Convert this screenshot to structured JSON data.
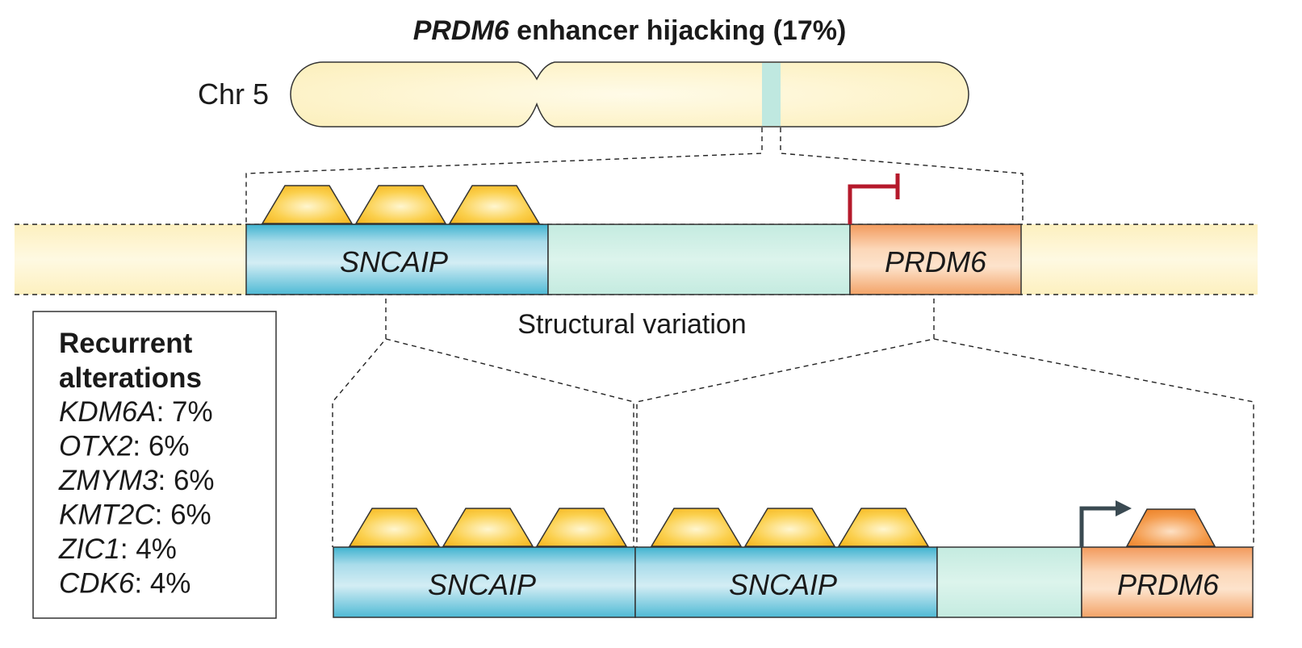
{
  "title": {
    "gene": "PRDM6",
    "rest": " enhancer hijacking (17%)"
  },
  "chromosome_label": "Chr 5",
  "genes": {
    "sncaip": "SNCAIP",
    "prdm6": "PRDM6"
  },
  "structural_variation_label": "Structural variation",
  "legend": {
    "title_line1": "Recurrent",
    "title_line2": "alterations",
    "items": [
      {
        "gene": "KDM6A",
        "value": ": 7%"
      },
      {
        "gene": "OTX2",
        "value": ": 6%"
      },
      {
        "gene": "ZMYM3",
        "value": ": 6%"
      },
      {
        "gene": "KMT2C",
        "value": ": 6%"
      },
      {
        "gene": "ZIC1",
        "value": ": 4%"
      },
      {
        "gene": "CDK6",
        "value": ": 4%"
      }
    ]
  },
  "colors": {
    "chromosome": "#fdf3c4",
    "sncaip": "#6cc4da",
    "intergenic": "#cdeee4",
    "prdm6": "#f7b98a",
    "enhancer": "#f8c12a",
    "repressed_arrow": "#b5192b",
    "active_arrow": "#3a4a52"
  }
}
